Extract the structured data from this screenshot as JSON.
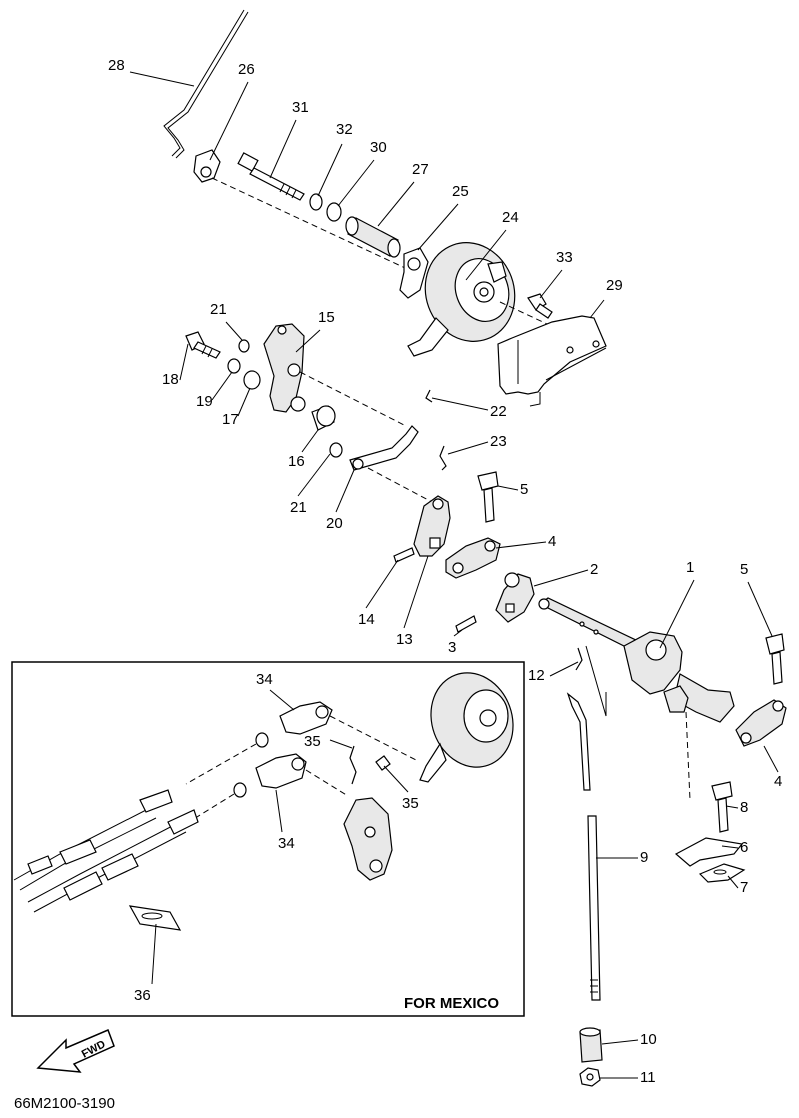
{
  "diagram": {
    "part_labels": [
      "28",
      "26",
      "31",
      "32",
      "30",
      "27",
      "25",
      "24",
      "33",
      "29",
      "21",
      "15",
      "18",
      "19",
      "17",
      "22",
      "16",
      "23",
      "21",
      "5",
      "20",
      "4",
      "2",
      "1",
      "5",
      "14",
      "13",
      "3",
      "12",
      "34",
      "35",
      "35",
      "34",
      "4",
      "8",
      "6",
      "9",
      "7",
      "36",
      "10",
      "11"
    ],
    "inset_label": "FOR MEXICO",
    "direction_label": "FWD",
    "drawing_code": "66M2100-3190"
  }
}
